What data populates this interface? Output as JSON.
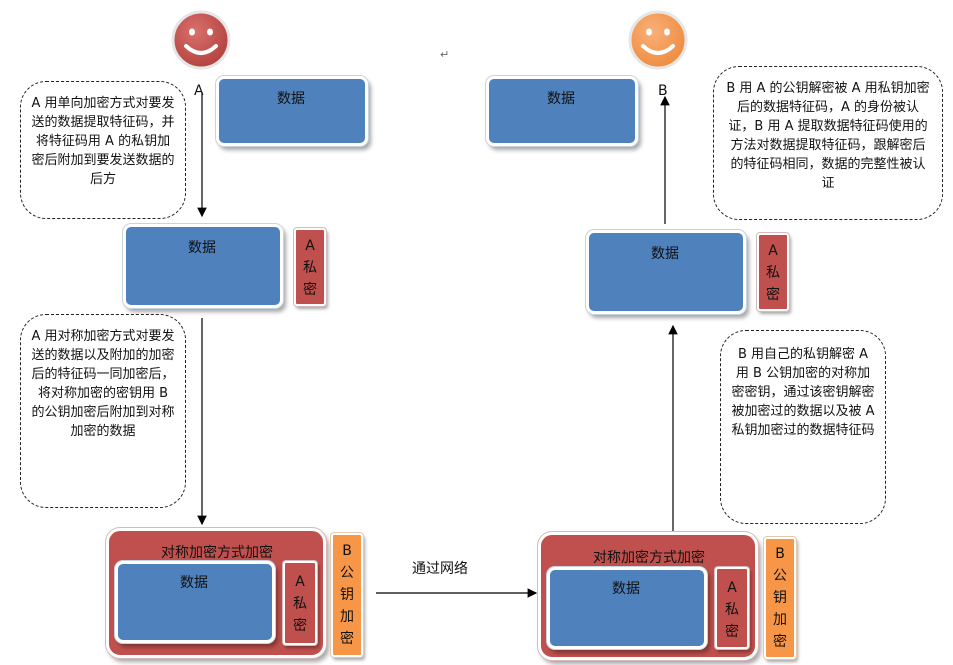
{
  "colors": {
    "blue": "#4f81bd",
    "red": "#c0504d",
    "orange": "#f79646",
    "face_red": "#c0504d",
    "face_orange": "#f79646"
  },
  "icons": [
    "smiley-face-icon",
    "paragraph-mark-icon",
    "arrow-icon"
  ],
  "para_mark": "↵",
  "sender": {
    "label": "A",
    "data_label": "数据",
    "step1_note": "A 用单向加密方式对要发送的数据提取特征码，并将特征码用 A 的私钥加密后附加到要发送数据的后方",
    "step1_data": "数据",
    "step1_sign": [
      "A",
      "私",
      "密"
    ],
    "step2_note": "A 用对称加密方式对要发送的数据以及附加的加密后的特征码一同加密后，将对称加密的密钥用 B 的公钥加密后附加到对称加密的数据",
    "package_title": "对称加密方式加密",
    "package_data": "数据",
    "package_sign": [
      "A",
      "私",
      "密"
    ],
    "package_key": [
      "B",
      "公",
      "钥",
      "加",
      "密"
    ]
  },
  "network_label": "通过网络",
  "receiver": {
    "label": "B",
    "data_label": "数据",
    "package_title": "对称加密方式加密",
    "package_data": "数据",
    "package_sign": [
      "A",
      "私",
      "密"
    ],
    "package_key": [
      "B",
      "公",
      "钥",
      "加",
      "密"
    ],
    "step1_note": "B 用自己的私钥解密 A 用 B 公钥加密的对称加密密钥，通过该密钥解密被加密过的数据以及被 A 私钥加密过的数据特征码",
    "step2_data": "数据",
    "step2_sign": [
      "A",
      "私",
      "密"
    ],
    "step2_note": "B 用 A 的公钥解密被 A 用私钥加密后的数据特征码，A 的身份被认证，B 用 A 提取数据特征码使用的方法对数据提取特征码，跟解密后的特征码相同，数据的完整性被认证"
  }
}
